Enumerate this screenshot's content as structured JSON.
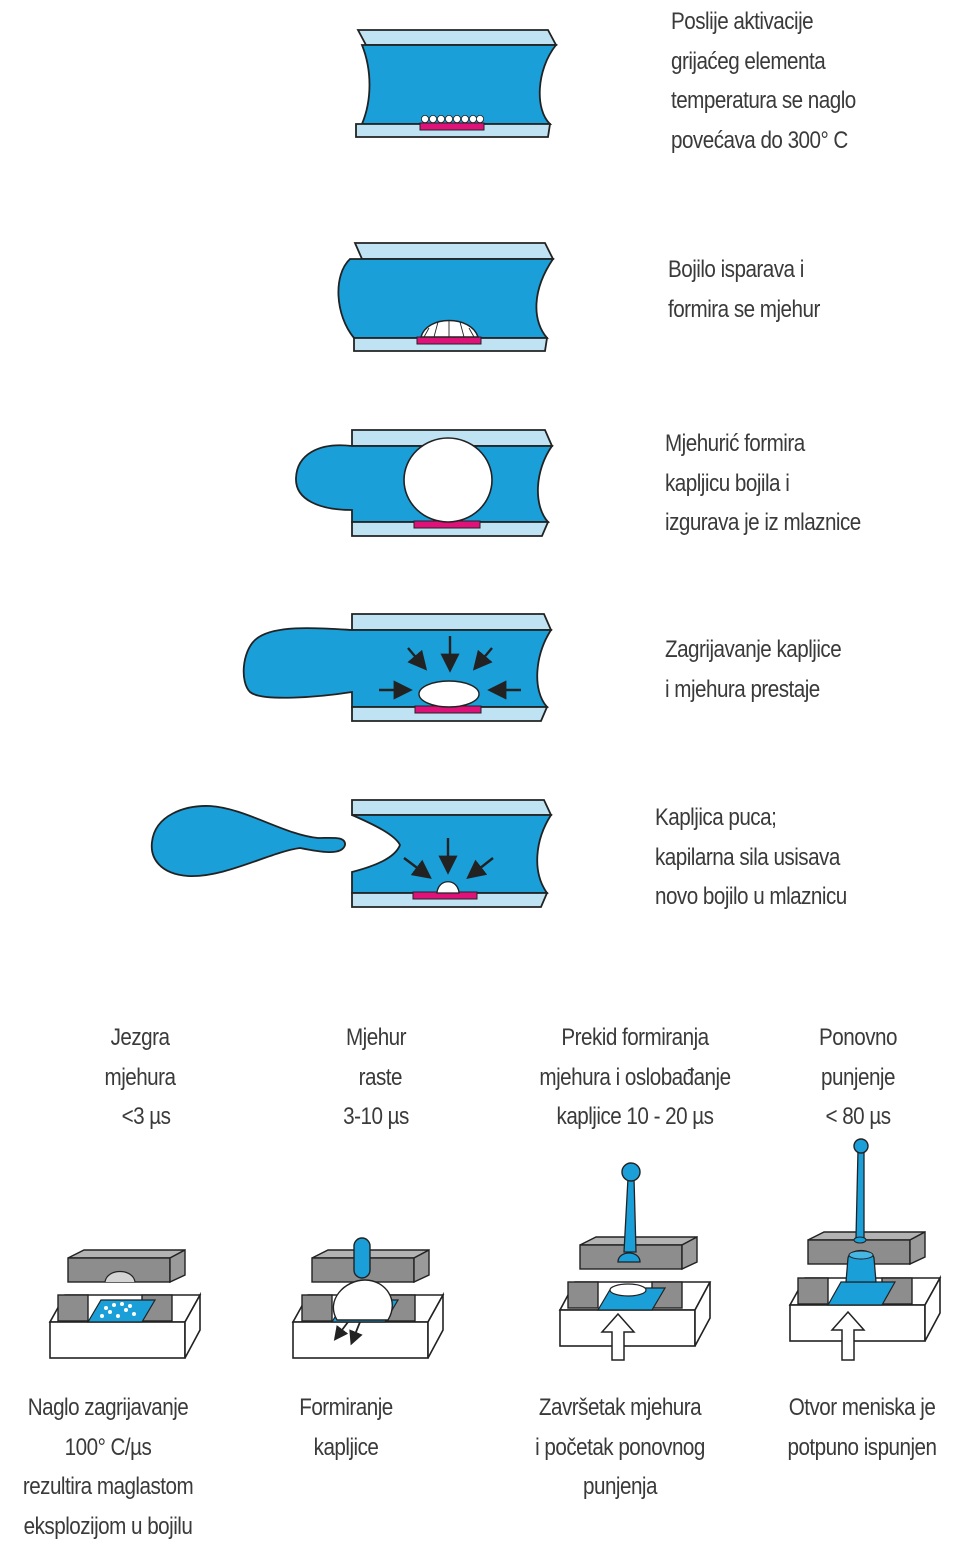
{
  "colors": {
    "ink": "#1a9fd9",
    "glass": "#bfe3f3",
    "outline": "#222222",
    "heater": "#e0127a",
    "block_top": "#b3b3b3",
    "block_side": "#8d8d8d",
    "text": "#3a3a3a"
  },
  "steps": [
    {
      "lines": [
        "Poslije aktivacije",
        "grijaćeg elementa",
        "temperatura se naglo",
        "povećava do 300° C"
      ]
    },
    {
      "lines": [
        "Bojilo isparava i",
        "formira se mjehur"
      ]
    },
    {
      "lines": [
        "Mjehurić formira",
        "kapljicu bojila i",
        "izgurava je iz mlaznice"
      ]
    },
    {
      "lines": [
        "Zagrijavanje kapljice",
        "i mjehura prestaje"
      ]
    },
    {
      "lines": [
        "Kapljica puca;",
        "kapilarna sila usisava",
        "novo bojilo u mlaznicu"
      ]
    }
  ],
  "phases": [
    {
      "header": [
        "Jezgra",
        "mjehura",
        "<3 µs"
      ],
      "footer": [
        "Naglo zagrijavanje",
        "100° C/µs",
        "rezultira maglastom",
        "eksplozijom u bojilu"
      ]
    },
    {
      "header": [
        "Mjehur",
        "raste",
        "3-10 µs"
      ],
      "footer": [
        "Formiranje",
        "kapljice"
      ]
    },
    {
      "header": [
        "Prekid formiranja",
        "mjehura i oslobađanje",
        "kapljice 10 - 20 µs"
      ],
      "footer": [
        "Završetak mjehura",
        "i početak ponovnog",
        "punjenja"
      ]
    },
    {
      "header": [
        "Ponovno",
        "punjenje",
        "< 80 µs"
      ],
      "footer": [
        "Otvor meniska je",
        "potpuno ispunjen"
      ]
    }
  ]
}
